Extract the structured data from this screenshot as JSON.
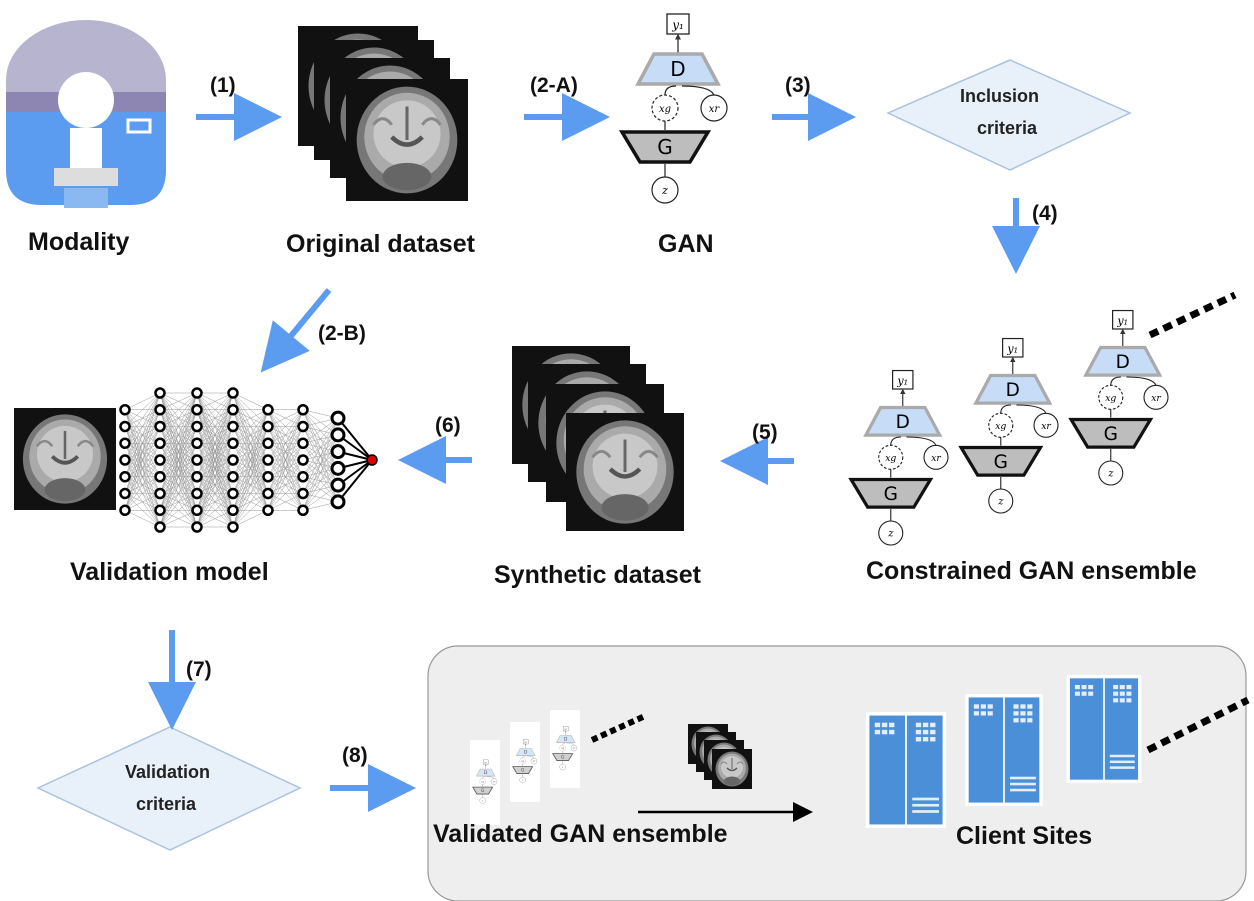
{
  "labels": {
    "modality": "Modality",
    "original_dataset": "Original dataset",
    "gan": "GAN",
    "inclusion_line1": "Inclusion",
    "inclusion_line2": "criteria",
    "constrained_gan_ensemble": "Constrained GAN ensemble",
    "synthetic_dataset": "Synthetic dataset",
    "validation_model": "Validation model",
    "validation_line1": "Validation",
    "validation_line2": "criteria",
    "validated_gan_ensemble": "Validated GAN ensemble",
    "client_sites": "Client Sites"
  },
  "steps": {
    "s1": "(1)",
    "s2a": "(2-A)",
    "s2b": "(2-B)",
    "s3": "(3)",
    "s4": "(4)",
    "s5": "(5)",
    "s6": "(6)",
    "s7": "(7)",
    "s8": "(8)"
  },
  "gan_symbols": {
    "discriminator": "D",
    "generator": "G",
    "output": "y₁",
    "fake_sample": "xg",
    "real_sample": "xr",
    "latent": "z"
  },
  "colors": {
    "arrow_blue": "#5b9bf0",
    "disc_fill": "#c6dcf7",
    "gen_fill": "#bdbdbd",
    "server_blue": "#4a8fd8",
    "diamond_fill": "#e8f1fa",
    "panel_fill": "#eeeeee"
  }
}
